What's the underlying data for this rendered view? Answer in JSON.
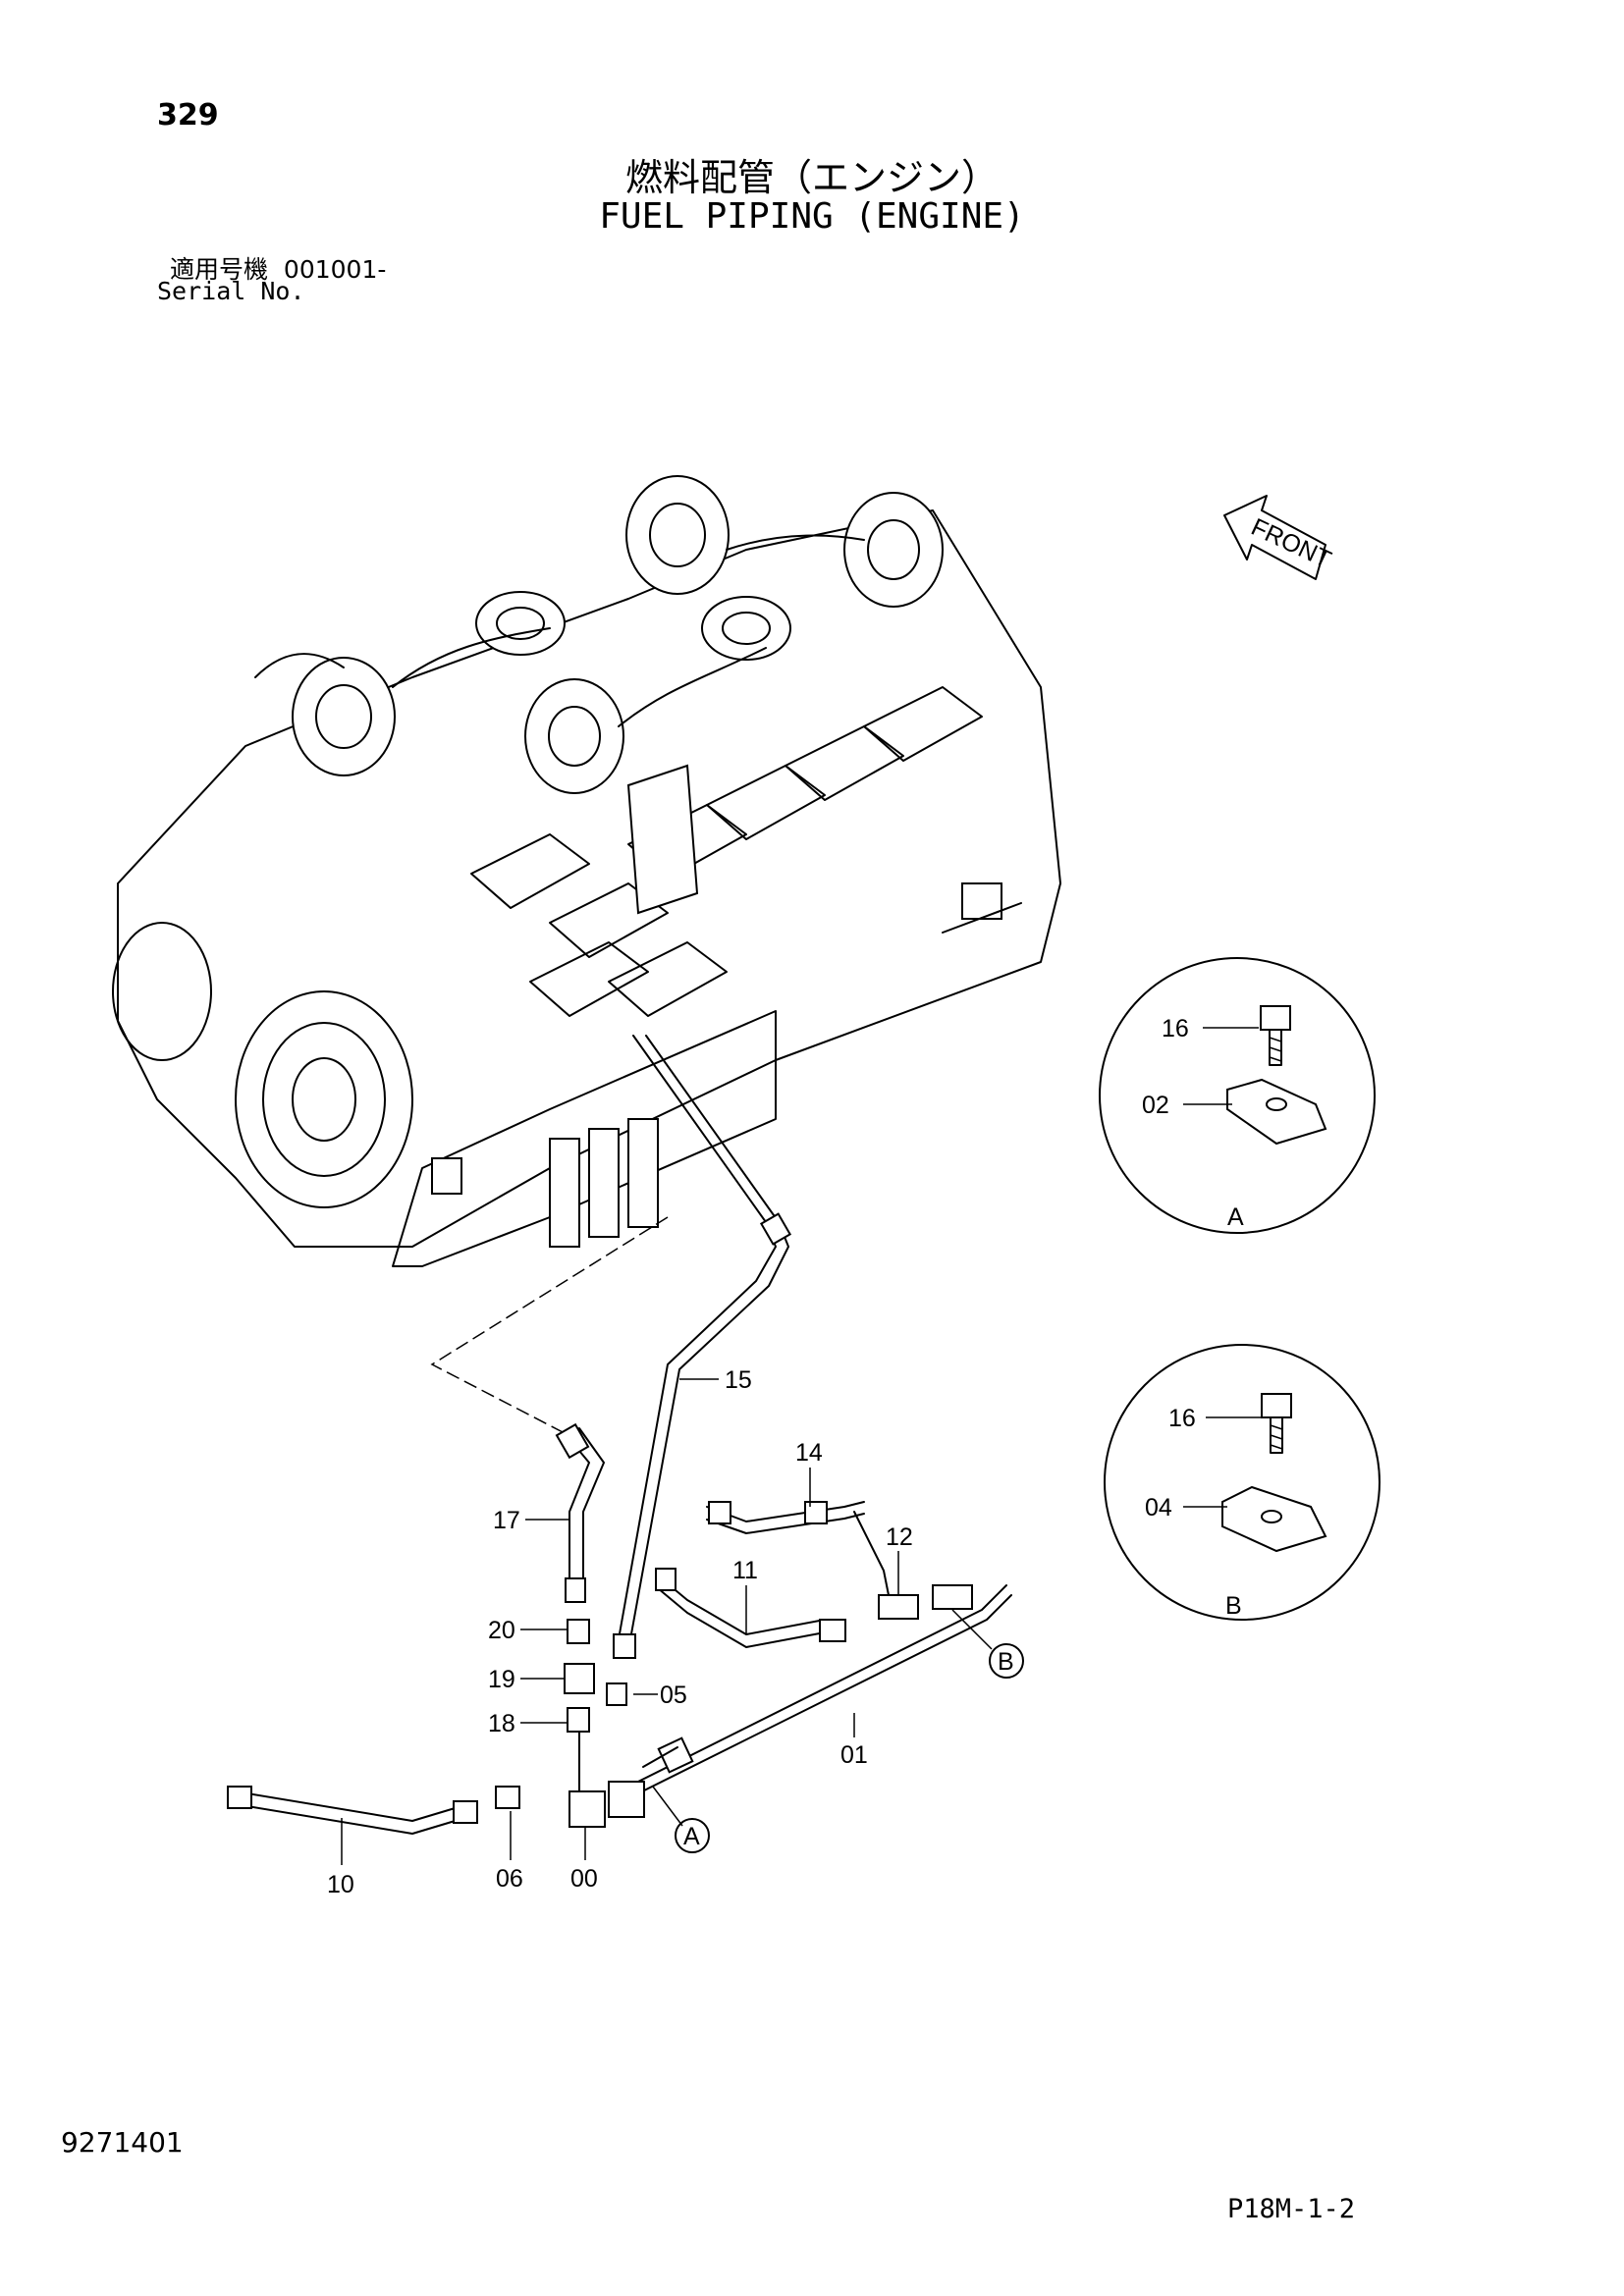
{
  "header": {
    "page_number": "329",
    "title_jp": "燃料配管（エンジン）",
    "title_en": "FUEL PIPING (ENGINE)",
    "serial_label_jp": "適用号機",
    "serial_value": "001001-",
    "serial_label_en": "Serial No."
  },
  "diagram": {
    "front_marker": "FRONT",
    "detail_a": {
      "label": "A",
      "parts": [
        "16",
        "02"
      ]
    },
    "detail_b": {
      "label": "B",
      "parts": [
        "16",
        "04"
      ]
    },
    "callouts": [
      "15",
      "14",
      "12",
      "11",
      "17",
      "20",
      "19",
      "05",
      "18",
      "01",
      "10",
      "06",
      "00"
    ],
    "ref_markers": [
      "A",
      "B"
    ]
  },
  "footer": {
    "doc_number": "9271401",
    "sheet_code": "P18M-1-2"
  }
}
